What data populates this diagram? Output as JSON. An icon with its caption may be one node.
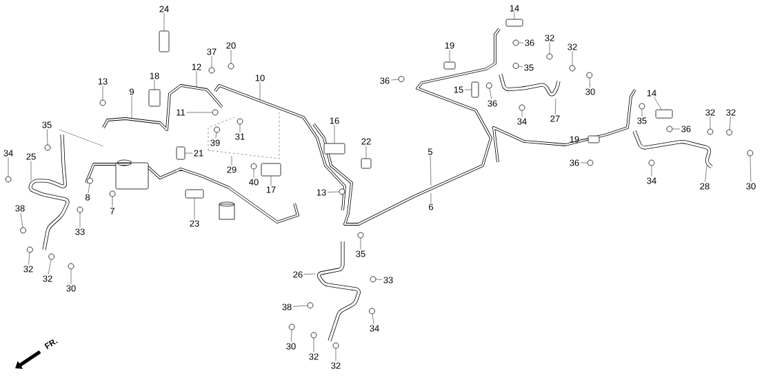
{
  "diagram": {
    "nodes": [
      {
        "text": [
          "24"
        ]
      },
      {
        "text": [
          "14"
        ]
      },
      {
        "text": [
          "36"
        ]
      },
      {
        "text": [
          "37"
        ]
      },
      {
        "text": [
          "20"
        ]
      },
      {
        "text": [
          "19"
        ]
      },
      {
        "text": [
          "32"
        ]
      },
      {
        "text": [
          "32"
        ]
      },
      {
        "text": [
          "12"
        ]
      },
      {
        "text": [
          "35"
        ]
      },
      {
        "text": [
          "10"
        ]
      },
      {
        "text": [
          "36"
        ]
      },
      {
        "text": [
          "13"
        ]
      },
      {
        "text": [
          "18"
        ]
      },
      {
        "text": [
          "15"
        ]
      },
      {
        "text": [
          "9"
        ]
      },
      {
        "text": [
          "36"
        ]
      },
      {
        "text": [
          "30"
        ]
      },
      {
        "text": [
          "14"
        ]
      },
      {
        "text": [
          "11"
        ]
      },
      {
        "text": [
          "34"
        ]
      },
      {
        "text": [
          "27"
        ]
      },
      {
        "text": [
          "16"
        ]
      },
      {
        "text": [
          "35"
        ]
      },
      {
        "text": [
          "35"
        ]
      },
      {
        "text": [
          "36"
        ]
      },
      {
        "text": [
          "32"
        ]
      },
      {
        "text": [
          "32"
        ]
      },
      {
        "text": [
          "31"
        ]
      },
      {
        "text": [
          "39"
        ]
      },
      {
        "text": [
          "22"
        ]
      },
      {
        "text": [
          "19"
        ]
      },
      {
        "text": [
          "21"
        ]
      },
      {
        "text": [
          "34"
        ]
      },
      {
        "text": [
          "25"
        ]
      },
      {
        "text": [
          "29"
        ]
      },
      {
        "text": [
          "36"
        ]
      },
      {
        "text": [
          "5"
        ]
      },
      {
        "text": [
          "40"
        ]
      },
      {
        "text": [
          "34"
        ]
      },
      {
        "text": [
          "17"
        ]
      },
      {
        "text": [
          "28"
        ]
      },
      {
        "text": [
          "30"
        ]
      },
      {
        "text": [
          "8"
        ]
      },
      {
        "text": [
          "13"
        ]
      },
      {
        "text": [
          "6"
        ]
      },
      {
        "text": [
          "7"
        ]
      },
      {
        "text": [
          "38"
        ]
      },
      {
        "text": [
          "33"
        ]
      },
      {
        "text": [
          "23"
        ]
      },
      {
        "text": [
          "35"
        ]
      },
      {
        "text": [
          "26"
        ]
      },
      {
        "text": [
          "33"
        ]
      },
      {
        "text": [
          "38"
        ]
      },
      {
        "text": [
          "34"
        ]
      },
      {
        "text": [
          "32"
        ]
      },
      {
        "text": [
          "32"
        ]
      },
      {
        "text": [
          "30"
        ]
      },
      {
        "text": [
          "30"
        ]
      },
      {
        "text": [
          "32"
        ]
      },
      {
        "text": [
          "32"
        ]
      },
      {
        "text": [],
        "shape": "box"
      },
      {
        "text": [],
        "shape": "box"
      },
      {
        "text": [],
        "shape": "circle"
      },
      {
        "text": [],
        "shape": "circle"
      },
      {
        "text": [],
        "shape": "circle"
      },
      {
        "text": [],
        "shape": "box"
      },
      {
        "text": [],
        "shape": "circle"
      },
      {
        "text": [],
        "shape": "circle"
      },
      {
        "text": [],
        "shape": "circle"
      },
      {
        "text": [],
        "shape": "circle"
      },
      {
        "text": [],
        "shape": "circle"
      },
      {
        "text": [],
        "shape": "box"
      },
      {
        "text": [],
        "shape": "box"
      },
      {
        "text": [],
        "shape": "circle"
      },
      {
        "text": [],
        "shape": "circle"
      },
      {
        "text": [],
        "shape": "box"
      },
      {
        "text": [],
        "shape": "circle"
      },
      {
        "text": [],
        "shape": "circle"
      },
      {
        "text": [],
        "shape": "box"
      },
      {
        "text": [],
        "shape": "circle"
      },
      {
        "text": [],
        "shape": "circle"
      },
      {
        "text": [],
        "shape": "circle"
      },
      {
        "text": [],
        "shape": "circle"
      },
      {
        "text": [],
        "shape": "circle"
      },
      {
        "text": [],
        "shape": "circle"
      },
      {
        "text": [],
        "shape": "circle"
      },
      {
        "text": [],
        "shape": "box"
      },
      {
        "text": [],
        "shape": "box"
      },
      {
        "text": [],
        "shape": "box"
      },
      {
        "text": [],
        "shape": "circle"
      },
      {
        "text": [],
        "shape": "circle"
      },
      {
        "text": [],
        "shape": "circle"
      },
      {
        "text": [],
        "shape": "circle"
      },
      {
        "text": [],
        "shape": "box"
      },
      {
        "text": [],
        "shape": "circle"
      },
      {
        "text": [],
        "shape": "circle"
      },
      {
        "text": [],
        "shape": "circle"
      },
      {
        "text": [],
        "shape": "circle"
      },
      {
        "text": [],
        "shape": "circle"
      },
      {
        "text": [],
        "shape": "circle"
      },
      {
        "text": [],
        "shape": "box"
      },
      {
        "text": [],
        "shape": "circle"
      },
      {
        "text": [],
        "shape": "circle"
      },
      {
        "text": [],
        "shape": "circle"
      },
      {
        "text": [],
        "shape": "circle"
      },
      {
        "text": [],
        "shape": "circle"
      },
      {
        "text": [],
        "shape": "circle"
      },
      {
        "text": [],
        "shape": "circle"
      },
      {
        "text": [],
        "shape": "circle"
      },
      {
        "text": [],
        "shape": "circle"
      },
      {
        "text": [],
        "shape": "circle"
      }
    ],
    "edges": [
      {
        "from": 0,
        "to": 61,
        "arrow": "none"
      },
      {
        "from": 1,
        "to": 62,
        "arrow": "none"
      },
      {
        "from": 2,
        "to": 63,
        "arrow": "none"
      },
      {
        "from": 3,
        "to": 64,
        "arrow": "none"
      },
      {
        "from": 4,
        "to": 65,
        "arrow": "none"
      },
      {
        "from": 5,
        "to": 66,
        "arrow": "none"
      },
      {
        "from": 6,
        "to": 67,
        "arrow": "none"
      },
      {
        "from": 7,
        "to": 68,
        "arrow": "none"
      },
      {
        "from": 8,
        "to": null,
        "arrow": "none"
      },
      {
        "from": 9,
        "to": 69,
        "arrow": "none"
      },
      {
        "from": 10,
        "to": null,
        "arrow": "none"
      },
      {
        "from": 11,
        "to": 70,
        "arrow": "none"
      },
      {
        "from": 12,
        "to": 71,
        "arrow": "none"
      },
      {
        "from": 13,
        "to": 72,
        "arrow": "none"
      },
      {
        "from": 14,
        "to": 73,
        "arrow": "none"
      },
      {
        "from": 15,
        "to": null,
        "arrow": "none"
      },
      {
        "from": 16,
        "to": 74,
        "arrow": "none"
      },
      {
        "from": 17,
        "to": 75,
        "arrow": "none"
      },
      {
        "from": 18,
        "to": 76,
        "arrow": "none"
      },
      {
        "from": 19,
        "to": 77,
        "arrow": "none"
      },
      {
        "from": 20,
        "to": 78,
        "arrow": "none"
      },
      {
        "from": 21,
        "to": null,
        "arrow": "none"
      },
      {
        "from": 22,
        "to": 79,
        "arrow": "none"
      },
      {
        "from": 23,
        "to": 80,
        "arrow": "none"
      },
      {
        "from": 24,
        "to": 81,
        "arrow": "none"
      },
      {
        "from": 25,
        "to": 82,
        "arrow": "none"
      },
      {
        "from": 26,
        "to": 83,
        "arrow": "none"
      },
      {
        "from": 27,
        "to": 84,
        "arrow": "none"
      },
      {
        "from": 28,
        "to": 85,
        "arrow": "none"
      },
      {
        "from": 29,
        "to": 86,
        "arrow": "none"
      },
      {
        "from": 30,
        "to": 87,
        "arrow": "none"
      },
      {
        "from": 31,
        "to": 88,
        "arrow": "none"
      },
      {
        "from": 32,
        "to": 89,
        "arrow": "none"
      },
      {
        "from": 33,
        "to": 90,
        "arrow": "none"
      },
      {
        "from": 34,
        "to": null,
        "arrow": "none"
      },
      {
        "from": 35,
        "to": null,
        "arrow": "none"
      },
      {
        "from": 36,
        "to": 91,
        "arrow": "none"
      },
      {
        "from": 37,
        "to": null,
        "arrow": "none"
      },
      {
        "from": 38,
        "to": 92,
        "arrow": "none"
      },
      {
        "from": 39,
        "to": 93,
        "arrow": "none"
      },
      {
        "from": 40,
        "to": 94,
        "arrow": "none"
      },
      {
        "from": 41,
        "to": null,
        "arrow": "none"
      },
      {
        "from": 42,
        "to": 95,
        "arrow": "none"
      },
      {
        "from": 43,
        "to": 96,
        "arrow": "none"
      },
      {
        "from": 44,
        "to": 97,
        "arrow": "none"
      },
      {
        "from": 45,
        "to": null,
        "arrow": "none"
      },
      {
        "from": 46,
        "to": 98,
        "arrow": "none"
      },
      {
        "from": 47,
        "to": 99,
        "arrow": "none"
      },
      {
        "from": 48,
        "to": 100,
        "arrow": "none"
      },
      {
        "from": 49,
        "to": 101,
        "arrow": "none"
      },
      {
        "from": 50,
        "to": 102,
        "arrow": "none"
      },
      {
        "from": 51,
        "to": null,
        "arrow": "none"
      },
      {
        "from": 52,
        "to": 103,
        "arrow": "none"
      },
      {
        "from": 53,
        "to": 104,
        "arrow": "none"
      },
      {
        "from": 54,
        "to": 105,
        "arrow": "none"
      },
      {
        "from": 55,
        "to": 106,
        "arrow": "none"
      },
      {
        "from": 56,
        "to": 107,
        "arrow": "none"
      },
      {
        "from": 57,
        "to": 108,
        "arrow": "none"
      },
      {
        "from": 58,
        "to": 109,
        "arrow": "none"
      },
      {
        "from": 59,
        "to": 110,
        "arrow": "none"
      },
      {
        "from": 60,
        "to": 111,
        "arrow": "none"
      }
    ],
    "labels": [
      "FR."
    ]
  }
}
